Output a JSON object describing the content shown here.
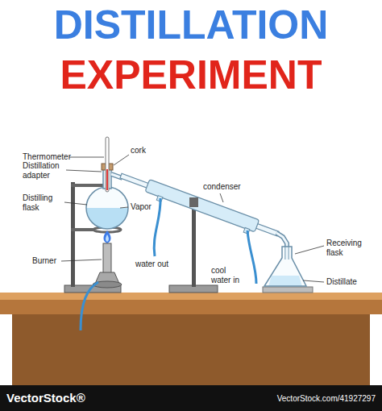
{
  "diagram": {
    "title": "DISTILLATION",
    "labels": [
      "EXPERIMENT",
      "Thermometer",
      "cork",
      "Distillation adapter",
      "Distilling flask",
      "Vapor",
      "Burner",
      "condenser",
      "water out",
      "cool water in",
      "Receiving flask",
      "Distillate",
      "VectorStock®",
      "VectorStock.com/41927297"
    ]
  }
}
